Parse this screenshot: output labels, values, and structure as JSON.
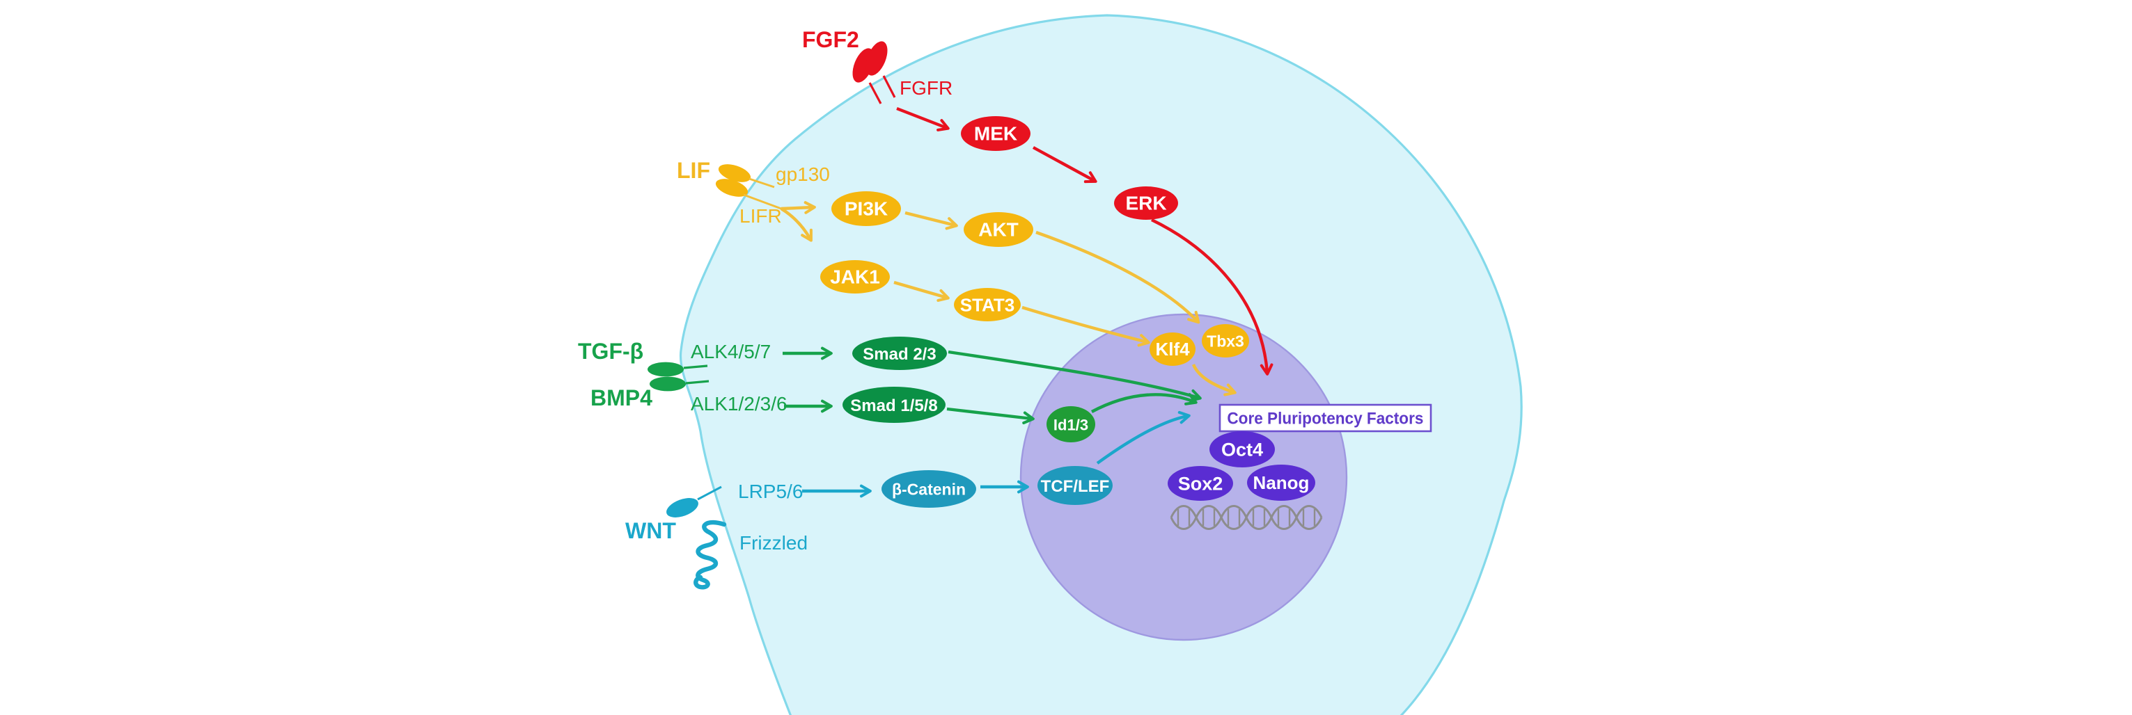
{
  "diagram_type": "cell-signaling-pathway",
  "colors": {
    "red": "#e8121f",
    "gold_fill": "#f5b60e",
    "gold_line": "#f2bf3a",
    "green_line": "#17a24b",
    "smad_fill": "#0b9045",
    "id_fill": "#209d36",
    "teal_line": "#1ba7cb",
    "teal_fill": "#1f99bc",
    "purple_fill": "#5a2dd2",
    "core_text": "#5f3ac9",
    "cell_fill": "#d9f4fa",
    "cell_stroke": "#83d9ea",
    "nucleus_fill": "#b6b2ea",
    "nucleus_stroke": "#9e98e0",
    "dna": "#8d8d8d"
  },
  "pathways": {
    "fgf2": {
      "color": "#e8121f",
      "ligand": "FGF2",
      "receptor": "FGFR",
      "mek": "MEK",
      "erk": "ERK"
    },
    "lif": {
      "color": "#f5b60e",
      "ligand": "LIF",
      "gp130": "gp130",
      "lifr": "LIFR",
      "pi3k": "PI3K",
      "akt": "AKT",
      "jak1": "JAK1",
      "stat3": "STAT3"
    },
    "tgfb": {
      "color": "#17a24b",
      "ligand": "TGF-β",
      "receptor": "ALK4/5/7",
      "smad23": "Smad 2/3"
    },
    "bmp4": {
      "color": "#17a24b",
      "ligand": "BMP4",
      "receptor": "ALK1/2/3/6",
      "smad158": "Smad 1/5/8",
      "id13": "Id1/3"
    },
    "wnt": {
      "color": "#1ba7cb",
      "ligand": "WNT",
      "lrp56": "LRP5/6",
      "frizzled": "Frizzled",
      "bcatenin": "β-Catenin",
      "tcflef": "TCF/LEF"
    }
  },
  "nucleus": {
    "core_box_label": "Core Pluripotency Factors",
    "oct4": "Oct4",
    "sox2": "Sox2",
    "nanog": "Nanog",
    "klf4": "Klf4",
    "tbx3": "Tbx3"
  }
}
